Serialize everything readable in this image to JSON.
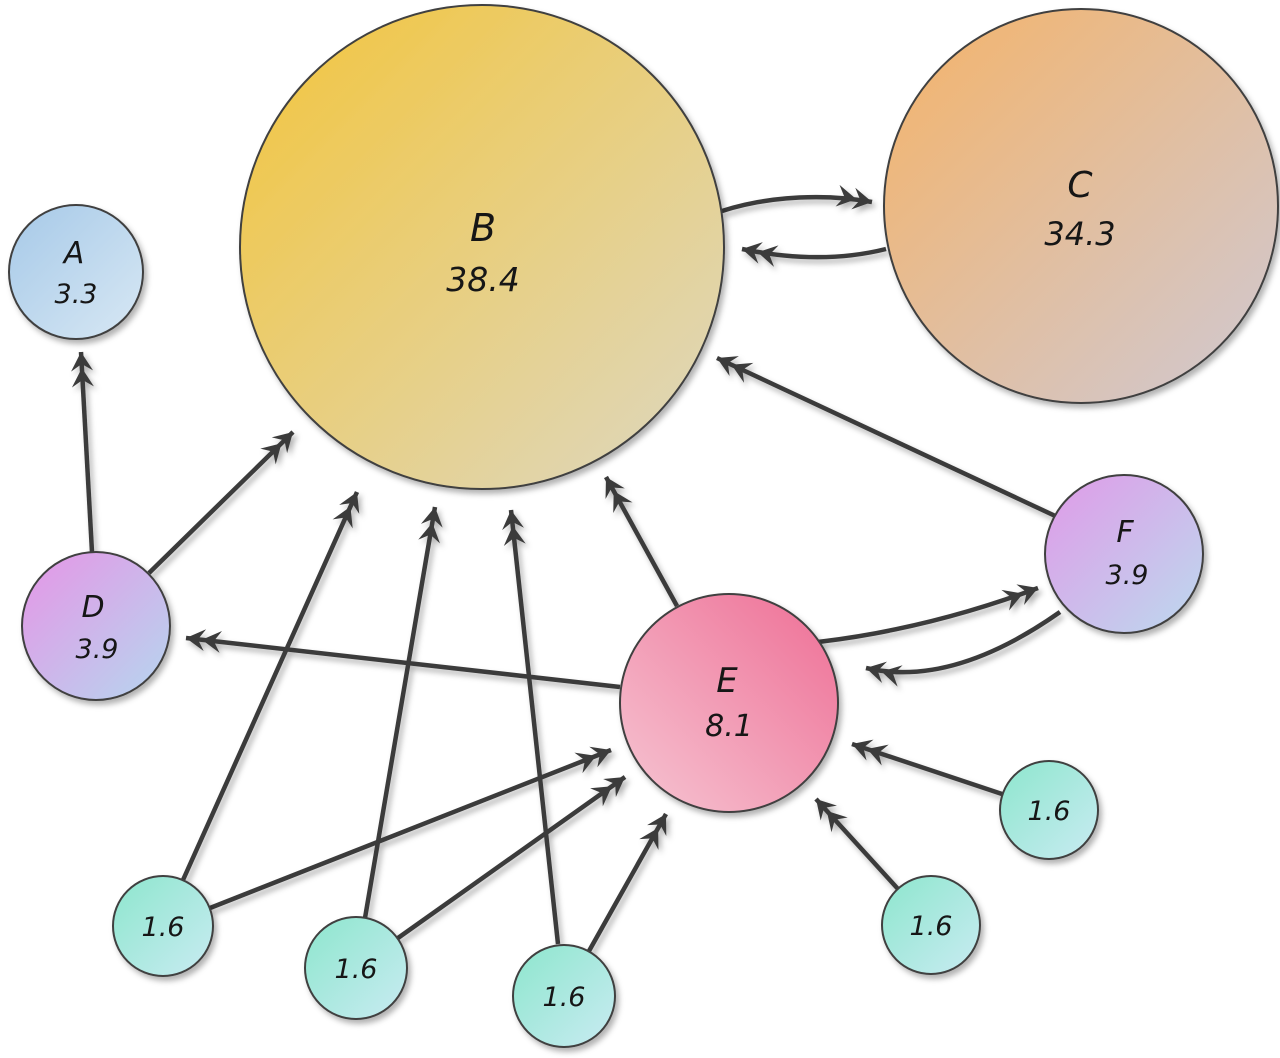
{
  "diagram": {
    "arrow_color": "#3b3b3b",
    "nodes": [
      {
        "id": "A",
        "label": "A",
        "value": "3.3",
        "color_start": "#a6c9e8",
        "color_end": "#d8e8f4"
      },
      {
        "id": "B",
        "label": "B",
        "value": "38.4",
        "color_start": "#f3c53b",
        "color_end": "#ddd8c3"
      },
      {
        "id": "C",
        "label": "C",
        "value": "34.3",
        "color_start": "#f5b368",
        "color_end": "#cfc9d4"
      },
      {
        "id": "D",
        "label": "D",
        "value": "3.9",
        "color_start": "#e695e6",
        "color_end": "#b5d7ef"
      },
      {
        "id": "E",
        "label": "E",
        "value": "8.1",
        "color_start": "#ee6e95",
        "color_end": "#f6c6d3"
      },
      {
        "id": "F",
        "label": "F",
        "value": "3.9",
        "color_start": "#e09ae8",
        "color_end": "#bcdaee"
      },
      {
        "id": "small-1",
        "label": "",
        "value": "1.6",
        "color_start": "#8de6cd",
        "color_end": "#c9ebf2"
      },
      {
        "id": "small-2",
        "label": "",
        "value": "1.6",
        "color_start": "#8de6cd",
        "color_end": "#c9ebf2"
      },
      {
        "id": "small-3",
        "label": "",
        "value": "1.6",
        "color_start": "#8de6cd",
        "color_end": "#c9ebf2"
      },
      {
        "id": "small-4",
        "label": "",
        "value": "1.6",
        "color_start": "#8de6cd",
        "color_end": "#c9ebf2"
      },
      {
        "id": "small-5",
        "label": "",
        "value": "1.6",
        "color_start": "#8de6cd",
        "color_end": "#c9ebf2"
      }
    ],
    "edges": [
      {
        "from": "B",
        "to": "C"
      },
      {
        "from": "C",
        "to": "B"
      },
      {
        "from": "D",
        "to": "A"
      },
      {
        "from": "D",
        "to": "B"
      },
      {
        "from": "E",
        "to": "B"
      },
      {
        "from": "E",
        "to": "D"
      },
      {
        "from": "E",
        "to": "F"
      },
      {
        "from": "F",
        "to": "B"
      },
      {
        "from": "F",
        "to": "E"
      },
      {
        "from": "small-1",
        "to": "B"
      },
      {
        "from": "small-1",
        "to": "E"
      },
      {
        "from": "small-2",
        "to": "B"
      },
      {
        "from": "small-2",
        "to": "E"
      },
      {
        "from": "small-3",
        "to": "B"
      },
      {
        "from": "small-3",
        "to": "E"
      },
      {
        "from": "small-4",
        "to": "E"
      },
      {
        "from": "small-5",
        "to": "E"
      }
    ]
  }
}
